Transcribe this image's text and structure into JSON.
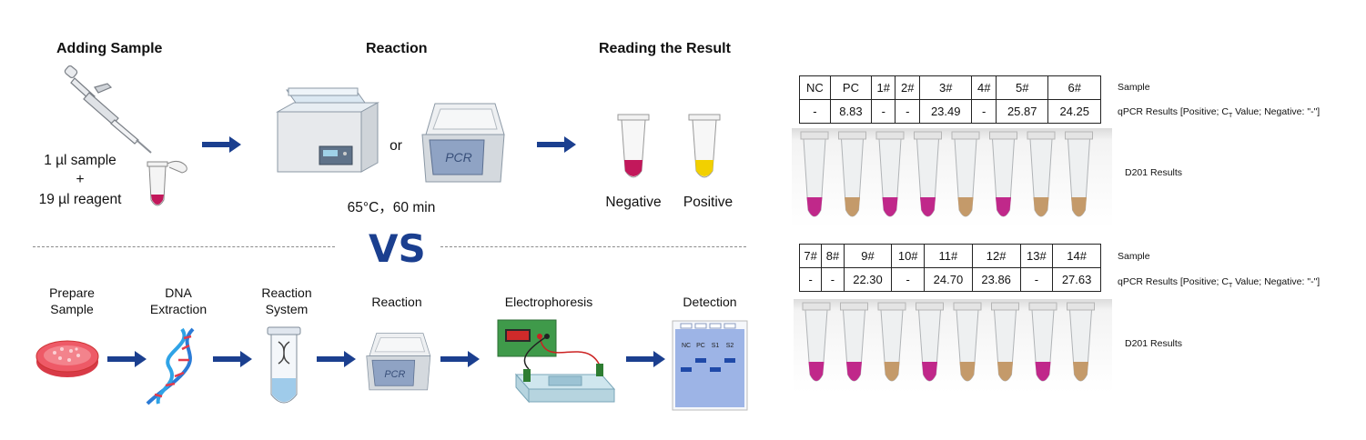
{
  "top_section": {
    "adding_title": "Adding Sample",
    "reaction_title": "Reaction",
    "reading_title": "Reading the Result",
    "sample_line1": "1 µl sample",
    "sample_plus": "+",
    "sample_line2": "19 µl reagent",
    "or_label": "or",
    "pcr_label": "PCR",
    "condition": "65°C，60 min",
    "negative": "Negative",
    "positive": "Positive",
    "colors": {
      "negative": "#c2185b",
      "positive": "#f2d000"
    }
  },
  "vs_label": "VS",
  "bottom_section": {
    "steps": [
      {
        "label": "Prepare\nSample"
      },
      {
        "label": "DNA\nExtraction"
      },
      {
        "label": "Reaction\nSystem"
      },
      {
        "label": "Reaction"
      },
      {
        "label": "Electrophoresis"
      },
      {
        "label": "Detection"
      }
    ],
    "pcr_label": "PCR",
    "gel_lanes": [
      "NC",
      "PC",
      "S1",
      "S2"
    ]
  },
  "results": {
    "sample_row_label": "Sample",
    "qpcr_row_label_pre": "qPCR Results [Positive; C",
    "qpcr_row_label_sub": "T",
    "qpcr_row_label_post": " Value; Negative: \"-\"]",
    "d201_label": "D201 Results",
    "table1": {
      "samples": [
        "NC",
        "PC",
        "1#",
        "2#",
        "3#",
        "4#",
        "5#",
        "6#"
      ],
      "values": [
        "-",
        "8.83",
        "-",
        "-",
        "23.49",
        "-",
        "25.87",
        "24.25"
      ],
      "tube_colors": [
        "#c0288a",
        "#c49a6a",
        "#c0288a",
        "#c0288a",
        "#c49a6a",
        "#c0288a",
        "#c49a6a",
        "#c49a6a"
      ]
    },
    "table2": {
      "samples": [
        "7#",
        "8#",
        "9#",
        "10#",
        "11#",
        "12#",
        "13#",
        "14#"
      ],
      "values": [
        "-",
        "-",
        "22.30",
        "-",
        "24.70",
        "23.86",
        "-",
        "27.63"
      ],
      "tube_colors": [
        "#c0288a",
        "#c0288a",
        "#c49a6a",
        "#c0288a",
        "#c49a6a",
        "#c49a6a",
        "#c0288a",
        "#c49a6a"
      ]
    }
  }
}
